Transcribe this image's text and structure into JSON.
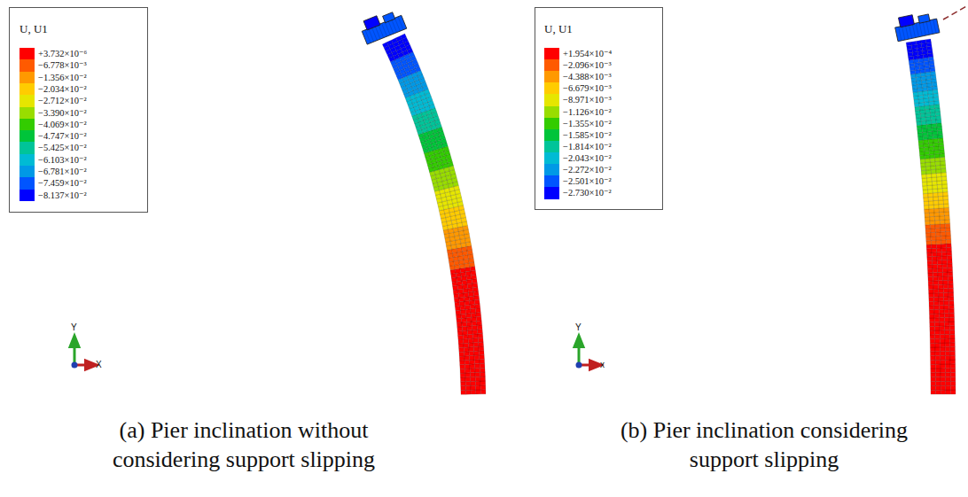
{
  "diagram": {
    "labels": [
      "U, U1",
      "(a) Pier inclination without considering support slipping",
      "Y",
      "X",
      "U, U1",
      "(b) Pier inclination considering support slipping",
      "Y",
      "x"
    ],
    "legend": [
      {
        "text": "+3.732×10⁻⁶",
        "color": "#ff0000"
      },
      {
        "text": "−6.778×10⁻³",
        "color": "#ff5a00"
      },
      {
        "text": "−1.356×10⁻²",
        "color": "#ff9900"
      },
      {
        "text": "−2.034×10⁻²",
        "color": "#ffcc00"
      },
      {
        "text": "−2.712×10⁻²",
        "color": "#e6e600"
      },
      {
        "text": "−3.390×10⁻²",
        "color": "#99dd00"
      },
      {
        "text": "−4.069×10⁻²",
        "color": "#33cc00"
      },
      {
        "text": "−4.747×10⁻²",
        "color": "#00c43a"
      },
      {
        "text": "−5.425×10⁻²",
        "color": "#00c499"
      },
      {
        "text": "−6.103×10⁻²",
        "color": "#00bbd4"
      },
      {
        "text": "−6.781×10⁻²",
        "color": "#0099e6"
      },
      {
        "text": "−7.459×10⁻²",
        "color": "#0055ff"
      },
      {
        "text": "−8.137×10⁻²",
        "color": "#0000ff"
      },
      {
        "text": "+1.954×10⁻⁴",
        "color": "#ff0000"
      },
      {
        "text": "−2.096×10⁻³",
        "color": "#ff5a00"
      },
      {
        "text": "−4.388×10⁻³",
        "color": "#ff9900"
      },
      {
        "text": "−6.679×10⁻³",
        "color": "#ffcc00"
      },
      {
        "text": "−8.971×10⁻³",
        "color": "#e6e600"
      },
      {
        "text": "−1.126×10⁻²",
        "color": "#99dd00"
      },
      {
        "text": "−1.355×10⁻²",
        "color": "#33cc00"
      },
      {
        "text": "−1.585×10⁻²",
        "color": "#00c43a"
      },
      {
        "text": "−1.814×10⁻²",
        "color": "#00c499"
      },
      {
        "text": "−2.043×10⁻²",
        "color": "#00bbd4"
      },
      {
        "text": "−2.272×10⁻²",
        "color": "#0099e6"
      },
      {
        "text": "−2.501×10⁻²",
        "color": "#0055ff"
      },
      {
        "text": "−2.730×10⁻²",
        "color": "#0000ff"
      }
    ]
  }
}
